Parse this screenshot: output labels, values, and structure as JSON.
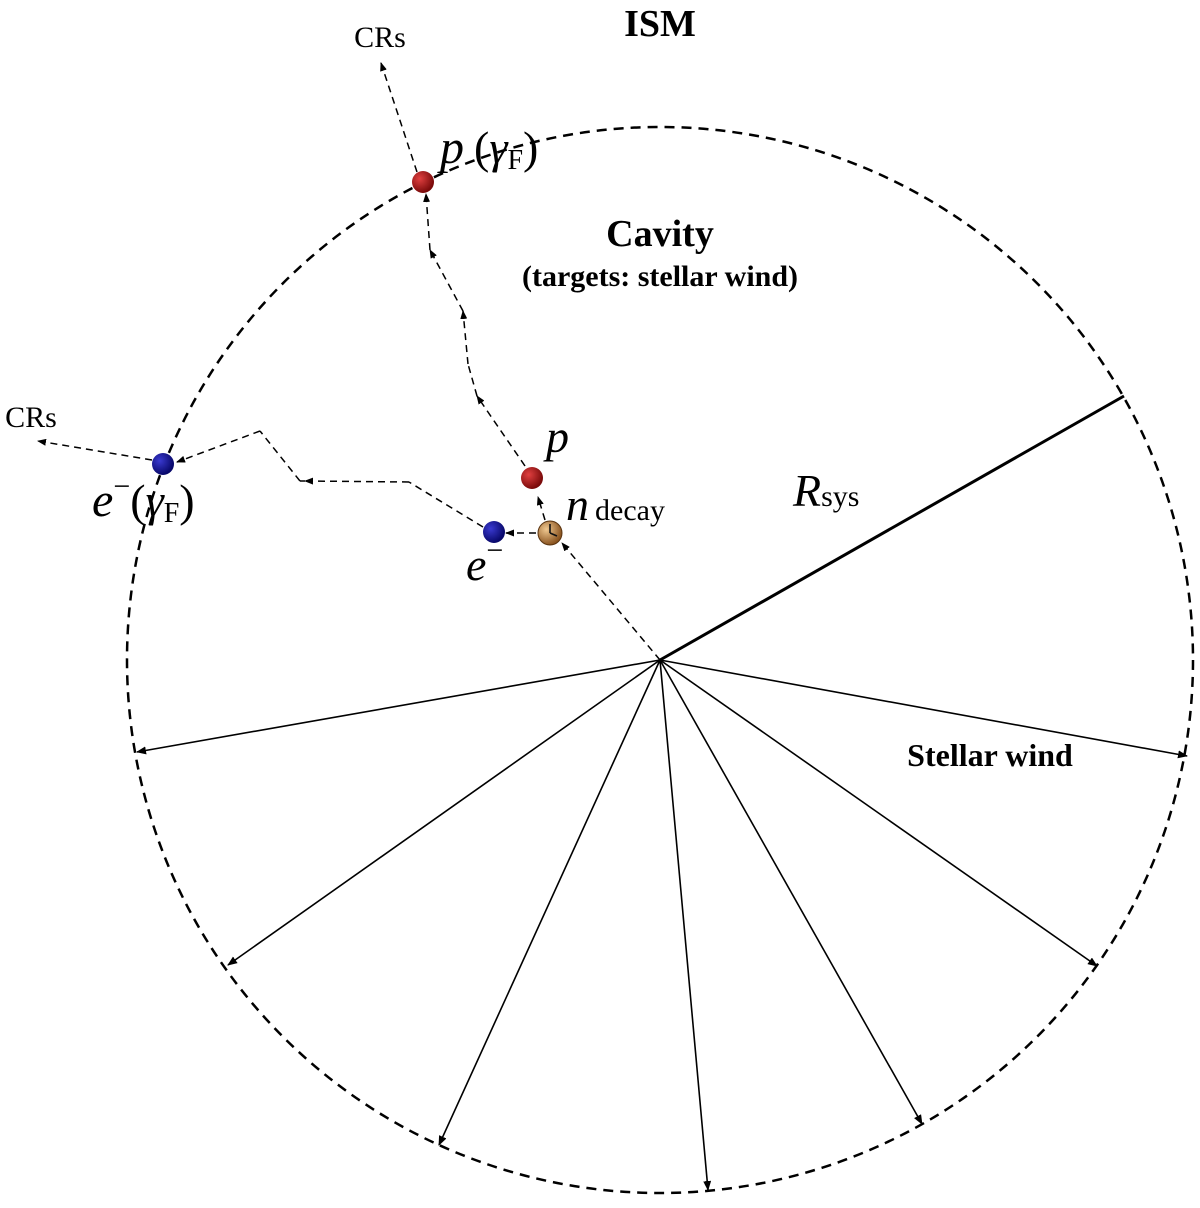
{
  "labels": {
    "ism": "ISM",
    "cavity": "Cavity",
    "cavity_sub": "(targets: stellar wind)",
    "stellar_wind": "Stellar wind",
    "crs_top": "CRs",
    "crs_left": "CRs",
    "r_sys_main": "R",
    "r_sys_sub": "sys",
    "proton_final_p": "p",
    "proton_final_gamma": "γ",
    "proton_final_gamma_sub": "F",
    "proton_start": "p",
    "electron_final_e": "e",
    "electron_final_sup": "−",
    "electron_final_gamma": "γ",
    "electron_final_gamma_sub": "F",
    "electron_start_e": "e",
    "electron_start_sup": "−",
    "neutron": "n",
    "neutron_decay": "decay",
    "open_paren": "(",
    "close_paren": ")"
  },
  "colors": {
    "proton": "#a01414",
    "electron": "#0c0c8c",
    "neutron": "#b07a40",
    "line": "#000000"
  }
}
